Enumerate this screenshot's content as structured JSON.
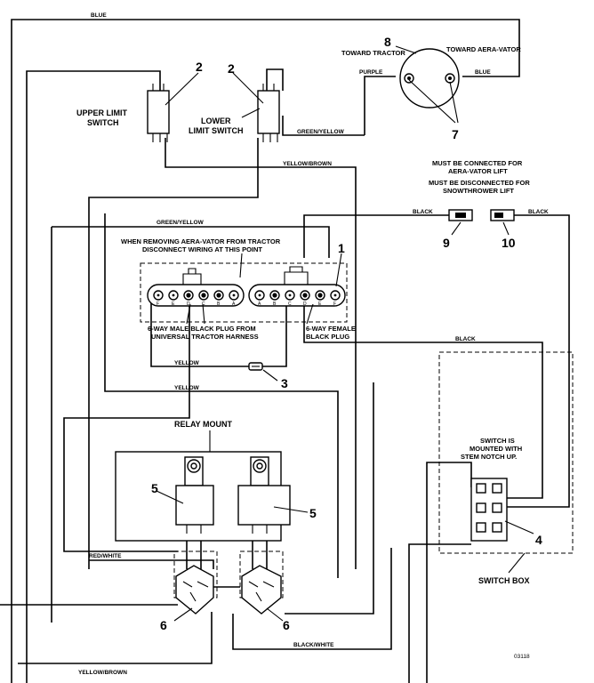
{
  "wire_labels": {
    "blue_top": "BLUE",
    "purple": "PURPLE",
    "blue_motor": "BLUE",
    "green_yellow_top": "GREEN/YELLOW",
    "yellow_brown_top": "YELLOW/BROWN",
    "black_left": "BLACK",
    "black_right": "BLACK",
    "green_yellow_mid": "GREEN/YELLOW",
    "black_mid": "BLACK",
    "yellow_1": "YELLOW",
    "yellow_2": "YELLOW",
    "red_white": "RED/WHITE",
    "black_white": "BLACK/WHITE",
    "yellow_brown_bottom": "YELLOW/BROWN"
  },
  "component_labels": {
    "upper_limit_switch": [
      "UPPER LIMIT",
      "SWITCH"
    ],
    "lower_limit_switch": [
      "LOWER",
      "LIMIT SWITCH"
    ],
    "toward_tractor": "TOWARD TRACTOR",
    "toward_aeravator": "TOWARD AERA-VATOR",
    "must_connect": [
      "MUST BE CONNECTED FOR",
      "AERA-VATOR LIFT"
    ],
    "must_disconnect": [
      "MUST BE DISCONNECTED FOR",
      "SNOWTHROWER LIFT"
    ],
    "removing_note": [
      "WHEN REMOVING AERA-VATOR FROM TRACTOR",
      "DISCONNECT WIRING AT THIS POINT"
    ],
    "male_plug": [
      "6-WAY MALE BLACK PLUG FROM",
      "UNIVERSAL TRACTOR HARNESS"
    ],
    "female_plug": [
      "6-WAY FEMALE",
      "BLACK PLUG"
    ],
    "relay_mount": "RELAY MOUNT",
    "switch_note": [
      "SWITCH IS",
      "MOUNTED WITH",
      "STEM NOTCH UP."
    ],
    "switch_box": "SWITCH BOX",
    "drawing_number": "03118"
  },
  "callouts": {
    "c1": "1",
    "c2a": "2",
    "c2b": "2",
    "c3": "3",
    "c4": "4",
    "c5a": "5",
    "c5b": "5",
    "c6a": "6",
    "c6b": "6",
    "c7": "7",
    "c8": "8",
    "c9": "9",
    "c10": "10"
  },
  "plug_pins": {
    "male": [
      "F",
      "E",
      "D",
      "C",
      "B",
      "A"
    ],
    "female": [
      "A",
      "B",
      "C",
      "D",
      "E",
      "F"
    ]
  }
}
